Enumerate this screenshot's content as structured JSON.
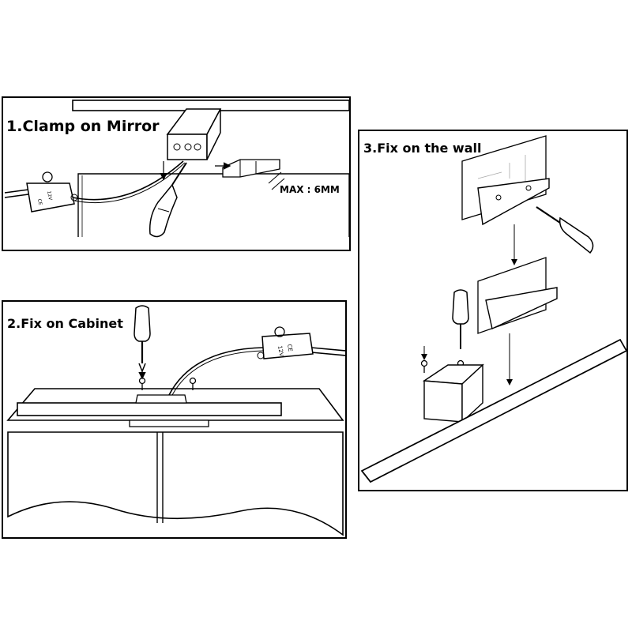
{
  "panels": [
    {
      "title": "1.Clamp on Mirror",
      "note": "MAX : 6MM"
    },
    {
      "title": "2.Fix on Cabinet"
    },
    {
      "title": "3.Fix on the wall"
    }
  ],
  "driver_label": "CE 12V"
}
